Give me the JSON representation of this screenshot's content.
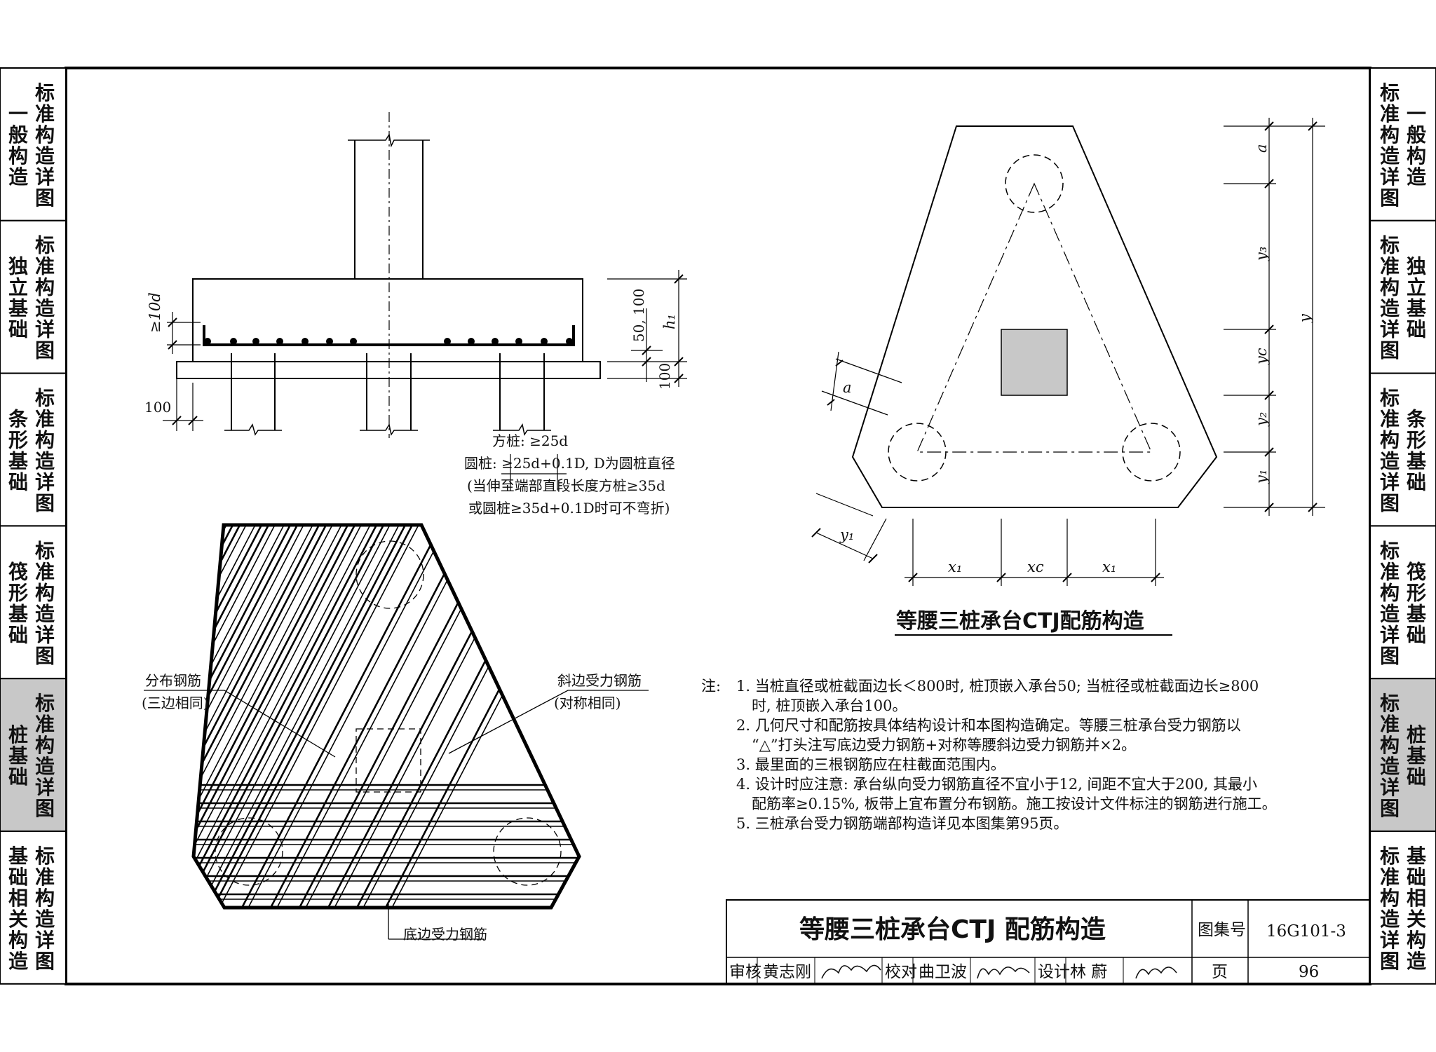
{
  "left_tabs": [
    {
      "title": "一般构造",
      "sub": "标准构造详图",
      "active": false
    },
    {
      "title": "独立基础",
      "sub": "标准构造详图",
      "active": false
    },
    {
      "title": "条形基础",
      "sub": "标准构造详图",
      "active": false
    },
    {
      "title": "筏形基础",
      "sub": "标准构造详图",
      "active": false
    },
    {
      "title": "桩基础",
      "sub": "标准构造详图",
      "active": true
    },
    {
      "title": "基础相关构造",
      "sub": "标准构造详图",
      "active": false
    }
  ],
  "right_tabs": [
    {
      "title": "一般构造",
      "sub": "标准构造详图",
      "active": false
    },
    {
      "title": "独立基础",
      "sub": "标准构造详图",
      "active": false
    },
    {
      "title": "条形基础",
      "sub": "标准构造详图",
      "active": false
    },
    {
      "title": "筏形基础",
      "sub": "标准构造详图",
      "active": false
    },
    {
      "title": "桩基础",
      "sub": "标准构造详图",
      "active": true
    },
    {
      "title": "基础相关构造",
      "sub": "标准构造详图",
      "active": false
    }
  ],
  "section": {
    "dim_10d": "≥10d",
    "dim_50_100": "50, 100",
    "dim_h1": "h₁",
    "dim_100_right": "100",
    "dim_100_left": "100",
    "note_line1": "方桩: ≥25d",
    "note_line2": "圆桩: ≥25d+0.1D, D为圆桩直径",
    "note_line3": "(当伸至端部直段长度方桩≥35d",
    "note_line4": "或圆桩≥35d+0.1D时可不弯折)"
  },
  "rebar_plan": {
    "label_dist_1": "分布钢筋",
    "label_dist_2": "(三边相同)",
    "label_side_1": "斜边受力钢筋",
    "label_side_2": "(对称相同)",
    "label_bottom": "底边受力钢筋"
  },
  "plan": {
    "dim_a_top": "a",
    "dim_y3": "y₃",
    "dim_y": "y",
    "dim_yc": "yc",
    "dim_y2": "y₂",
    "dim_y1": "y₁",
    "dim_a_left": "a",
    "dim_y1_left": "y₁",
    "dim_x1_left": "x₁",
    "dim_xc": "xc",
    "dim_x1_right": "x₁",
    "title": "等腰三桩承台CTJ配筋构造"
  },
  "notes": {
    "label": "注:",
    "items": [
      "1. 当桩直径或桩截面边长＜800时, 桩顶嵌入承台50; 当桩径或桩截面边长≥800",
      "时, 桩顶嵌入承台100。",
      "2. 几何尺寸和配筋按具体结构设计和本图构造确定。等腰三桩承台受力钢筋以",
      "“△”打头注写底边受力钢筋+对称等腰斜边受力钢筋并×2。",
      "3. 最里面的三根钢筋应在柱截面范围内。",
      "4. 设计时应注意: 承台纵向受力钢筋直径不宜小于12, 间距不宜大于200, 其最小",
      "配筋率≥0.15%, 板带上宜布置分布钢筋。施工按设计文件标注的钢筋进行施工。",
      "5. 三桩承台受力钢筋端部构造详见本图集第95页。"
    ]
  },
  "title_block": {
    "title": "等腰三桩承台CTJ 配筋构造",
    "atlas_label": "图集号",
    "atlas_no": "16G101-3",
    "review_label": "审核",
    "reviewer": "黄志刚",
    "check_label": "校对",
    "checker": "曲卫波",
    "design_label": "设计",
    "designer": "林 蔚",
    "page_label": "页",
    "page_no": "96"
  }
}
